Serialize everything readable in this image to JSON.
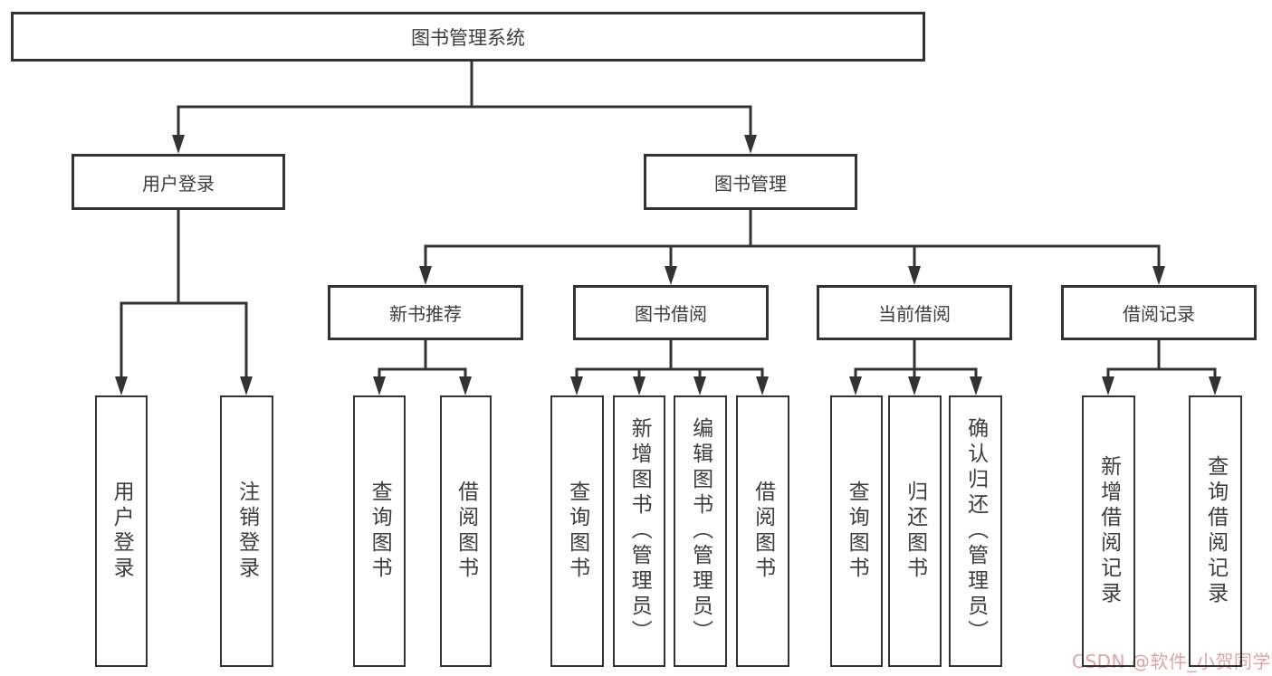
{
  "diagram": {
    "root": {
      "label": "图书管理系统"
    },
    "branches": [
      {
        "label": "用户登录",
        "children": [
          {
            "label": "用户登录"
          },
          {
            "label": "注销登录"
          }
        ]
      },
      {
        "label": "图书管理",
        "children": [
          {
            "label": "新书推荐",
            "children": [
              {
                "label": "查询图书"
              },
              {
                "label": "借阅图书"
              }
            ]
          },
          {
            "label": "图书借阅",
            "children": [
              {
                "label": "查询图书"
              },
              {
                "label": "新增图书（管理员）"
              },
              {
                "label": "编辑图书（管理员）"
              },
              {
                "label": "借阅图书"
              }
            ]
          },
          {
            "label": "当前借阅",
            "children": [
              {
                "label": "查询图书"
              },
              {
                "label": "归还图书"
              },
              {
                "label": "确认归还（管理员）"
              }
            ]
          },
          {
            "label": "借阅记录",
            "children": [
              {
                "label": "新增借阅记录"
              },
              {
                "label": "查询借阅记录"
              }
            ]
          }
        ]
      }
    ]
  },
  "watermark": {
    "text": "CSDN @软件_小贺同学"
  },
  "colors": {
    "line": "#333333",
    "text": "#3d3d3d",
    "background": "#ffffff",
    "watermark": "#dfa3a3"
  }
}
